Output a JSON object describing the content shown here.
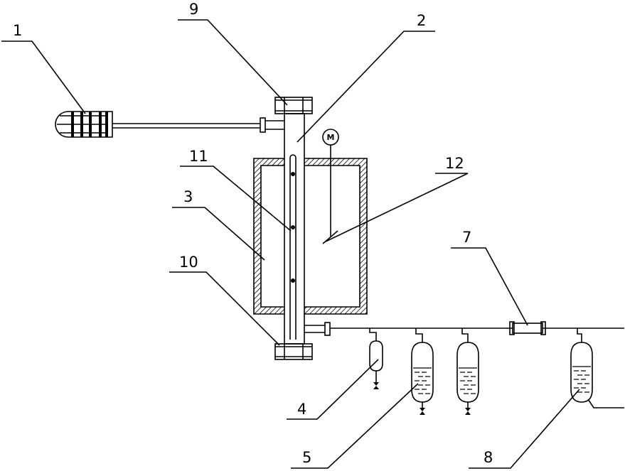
{
  "labels": {
    "l1": "1",
    "l2": "2",
    "l3": "3",
    "l4": "4",
    "l5": "5",
    "l7": "7",
    "l8": "8",
    "l9": "9",
    "l10": "10",
    "l11": "11",
    "l12": "12",
    "motor": "M"
  }
}
